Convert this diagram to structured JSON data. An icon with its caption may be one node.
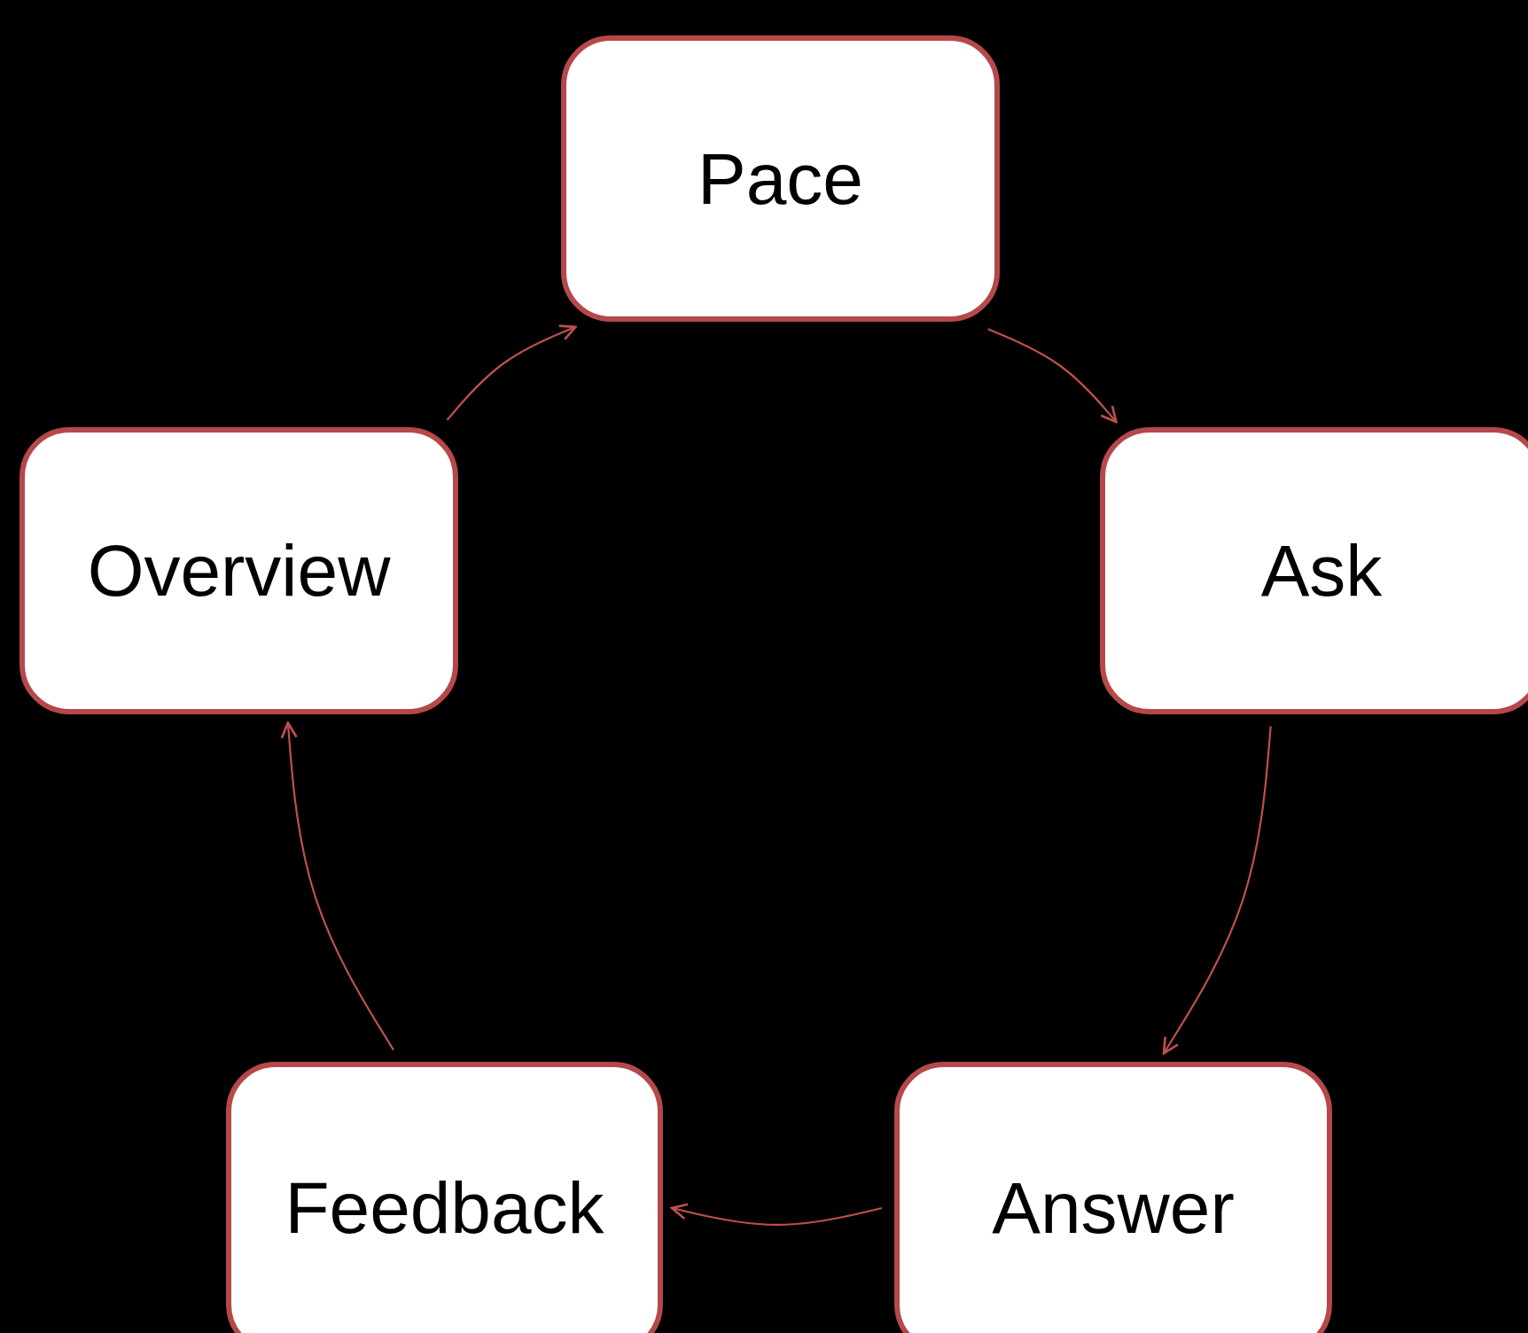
{
  "diagram": {
    "nodes": [
      {
        "text": [
          "Pace"
        ]
      },
      {
        "text": [
          "Ask"
        ]
      },
      {
        "text": [
          "Answer"
        ]
      },
      {
        "text": [
          "Feedback"
        ]
      },
      {
        "text": [
          "Overview"
        ]
      }
    ],
    "edges": [
      {
        "from": 0,
        "to": 1,
        "arrow": "to"
      },
      {
        "from": 1,
        "to": 2,
        "arrow": "to"
      },
      {
        "from": 2,
        "to": 3,
        "arrow": "to"
      },
      {
        "from": 3,
        "to": 4,
        "arrow": "to"
      },
      {
        "from": 4,
        "to": 0,
        "arrow": "to"
      }
    ]
  }
}
